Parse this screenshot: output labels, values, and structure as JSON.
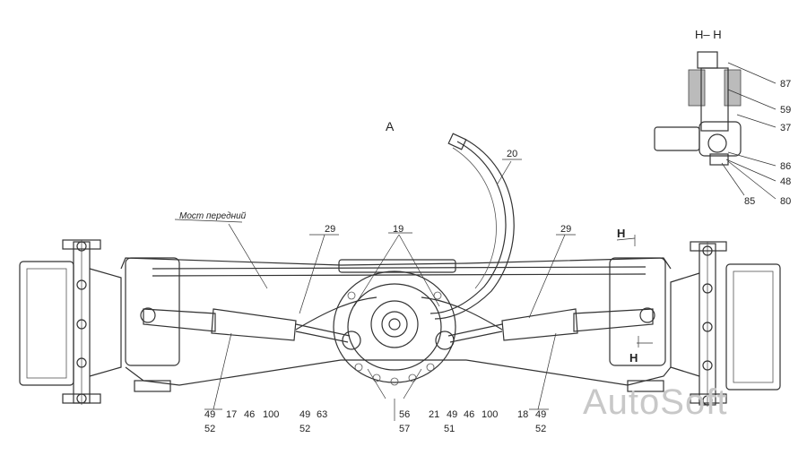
{
  "view_label_a": "А",
  "section_label": "Н– Н",
  "cut_label_top": "Н",
  "cut_label_bottom": "Н",
  "assembly_name": "Мост передний",
  "callouts": {
    "c20": "20",
    "c19": "19",
    "c29_left": "29",
    "c29_right": "29",
    "c87": "87",
    "c59": "59",
    "c37": "37",
    "c86": "86",
    "c48": "48",
    "c85": "85",
    "c80": "80"
  },
  "bottom_row_1": [
    "49",
    "17",
    "46",
    "100",
    "49",
    "63",
    "56",
    "21",
    "49",
    "46",
    "100",
    "18",
    "49"
  ],
  "bottom_row_2": [
    "52",
    "52",
    "57",
    "51",
    "52"
  ],
  "watermark": "AutoSoft"
}
